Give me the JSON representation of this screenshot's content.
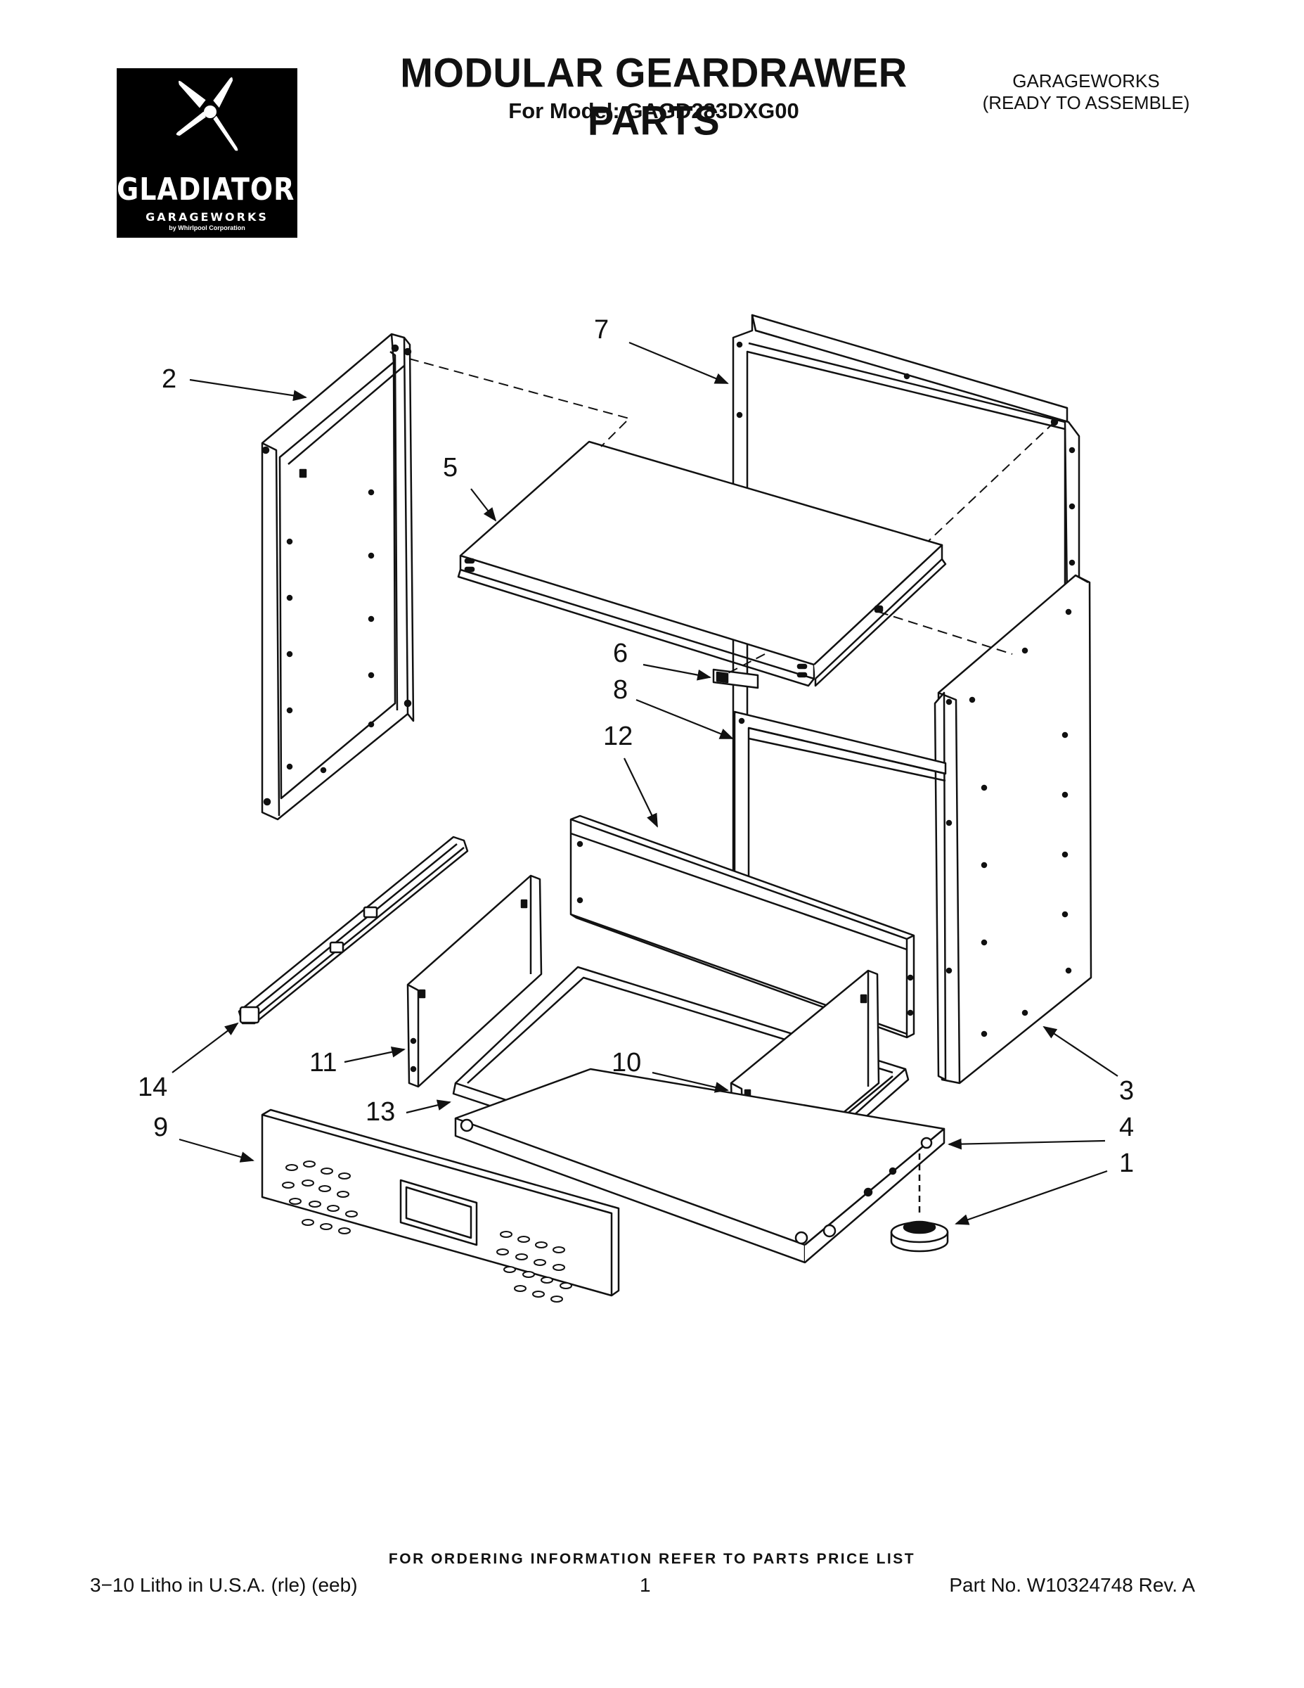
{
  "header": {
    "logo_text": "GLADIATOR™",
    "logo_sub": "GARAGEWORKS",
    "logo_by": "by Whirlpool Corporation",
    "title": "MODULAR GEARDRAWER PARTS",
    "subtitle": "For Model: GAGD283DXG00",
    "brand_line1": "GARAGEWORKS",
    "brand_line2": "(READY TO ASSEMBLE)"
  },
  "diagram": {
    "callouts": [
      "2",
      "7",
      "5",
      "6",
      "8",
      "12",
      "11",
      "14",
      "13",
      "9",
      "10",
      "3",
      "4",
      "1"
    ],
    "badge_text": "GLADIATOR"
  },
  "footer": {
    "note": "FOR ORDERING INFORMATION REFER TO PARTS PRICE LIST",
    "left": "3−10 Litho in U.S.A. (rle) (eeb)",
    "page": "1",
    "right": "Part No. W10324748 Rev. A"
  }
}
